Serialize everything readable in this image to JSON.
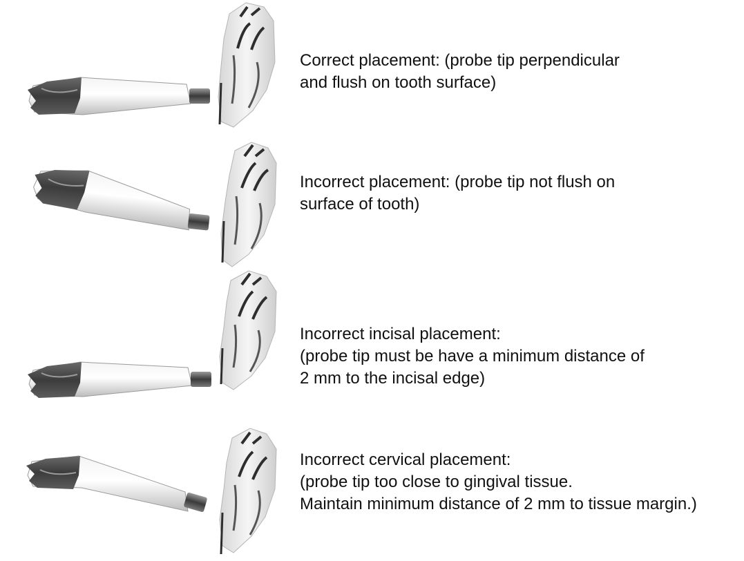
{
  "panels": [
    {
      "id": "correct",
      "caption_lines": [
        "Correct placement: (probe tip perpendicular",
        "and flush on tooth surface)"
      ]
    },
    {
      "id": "incorrect-not-flush",
      "caption_lines": [
        "Incorrect placement: (probe tip not flush on",
        "surface of tooth)"
      ]
    },
    {
      "id": "incorrect-incisal",
      "caption_lines": [
        "Incorrect incisal placement:",
        "(probe tip must be have a minimum distance of",
        "2 mm to the incisal edge)"
      ]
    },
    {
      "id": "incorrect-cervical",
      "caption_lines": [
        "Incorrect cervical placement:",
        "(probe tip too close to gingival tissue.",
        "Maintain minimum distance of 2 mm to tissue margin.)"
      ]
    }
  ],
  "colors": {
    "handle_dark": "#4a4a4a",
    "handle_light": "#e6e6e6",
    "probe_tip": "#5a5a5a",
    "tooth_light": "#ececec",
    "tooth_dark": "#2e2e2e"
  }
}
